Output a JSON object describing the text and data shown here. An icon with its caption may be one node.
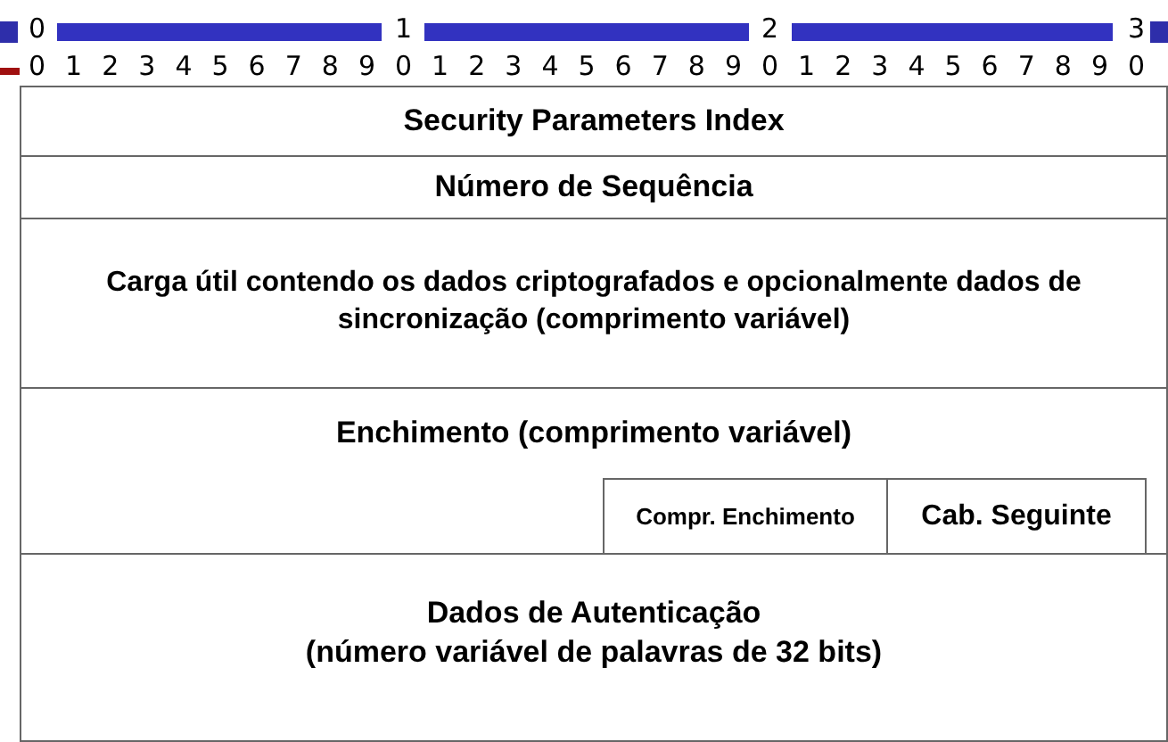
{
  "diagram": {
    "nodes": [
      {
        "text": [
          "Security Parameters Index"
        ]
      },
      {
        "text": [
          "Número de Sequência"
        ]
      },
      {
        "text": [
          "Carga útil contendo os dados criptografados e opcionalmente dados de sincronização (comprimento variável)"
        ]
      },
      {
        "text": [
          "Enchimento (comprimento variável)"
        ]
      },
      {
        "text": [
          "Compr. Enchimento"
        ],
        "in": 3
      },
      {
        "text": [
          "Cab. Seguinte"
        ],
        "in": 3
      },
      {
        "text": [
          "Dados de Autenticação",
          "(número variável de palavras de 32 bits)"
        ]
      }
    ],
    "labels": [
      "0",
      "1",
      "2",
      "3",
      "0",
      "1",
      "2",
      "3",
      "4",
      "5",
      "6",
      "7",
      "8",
      "9",
      "0",
      "1",
      "2",
      "3",
      "4",
      "5",
      "6",
      "7",
      "8",
      "9",
      "0",
      "1",
      "2",
      "3",
      "4",
      "5",
      "6",
      "7",
      "8",
      "9",
      "0"
    ]
  }
}
